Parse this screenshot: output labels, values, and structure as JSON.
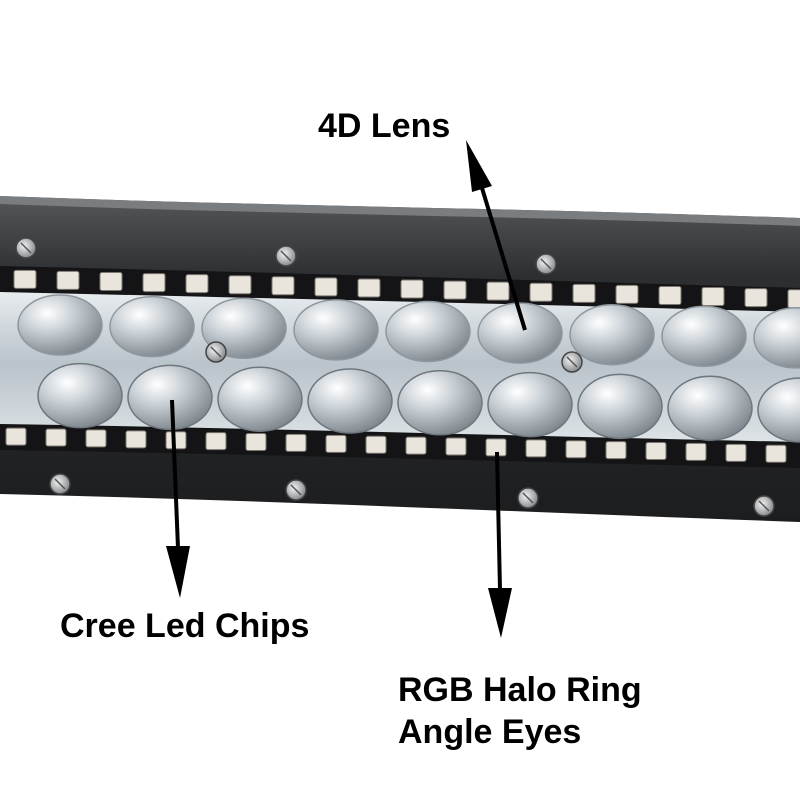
{
  "labels": {
    "lens": "4D Lens",
    "cree": "Cree Led Chips",
    "rgb_line1": "RGB Halo Ring",
    "rgb_line2": "Angle Eyes"
  },
  "colors": {
    "housing": "#2a2c2e",
    "led_strip": "#141416",
    "rgb_led": "#e9e4dc",
    "lens_glass": "#c9d2d8",
    "arrow": "#000000",
    "text": "#000000"
  },
  "icons": {
    "screw": "screw-icon",
    "led": "rgb-led-chip",
    "lens": "lens-dome"
  }
}
